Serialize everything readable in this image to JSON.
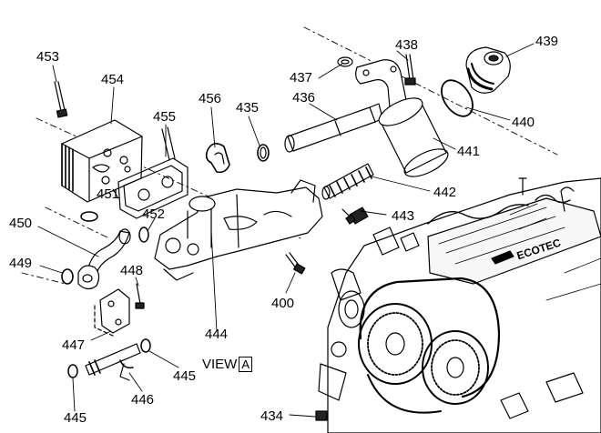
{
  "callouts": {
    "c453": "453",
    "c454": "454",
    "c456": "456",
    "c435": "435",
    "c455": "455",
    "c436": "436",
    "c437": "437",
    "c438": "438",
    "c439": "439",
    "c440": "440",
    "c441": "441",
    "c442": "442",
    "c443": "443",
    "c451": "451",
    "c452": "452",
    "c450": "450",
    "c449": "449",
    "c448": "448",
    "c447": "447",
    "c444": "444",
    "c400": "400",
    "c445a": "445",
    "c445b": "445",
    "c446": "446",
    "c434": "434"
  },
  "view": {
    "word": "VIEW",
    "letter": "A"
  },
  "engine": {
    "brand_text": "ECOTEC"
  }
}
